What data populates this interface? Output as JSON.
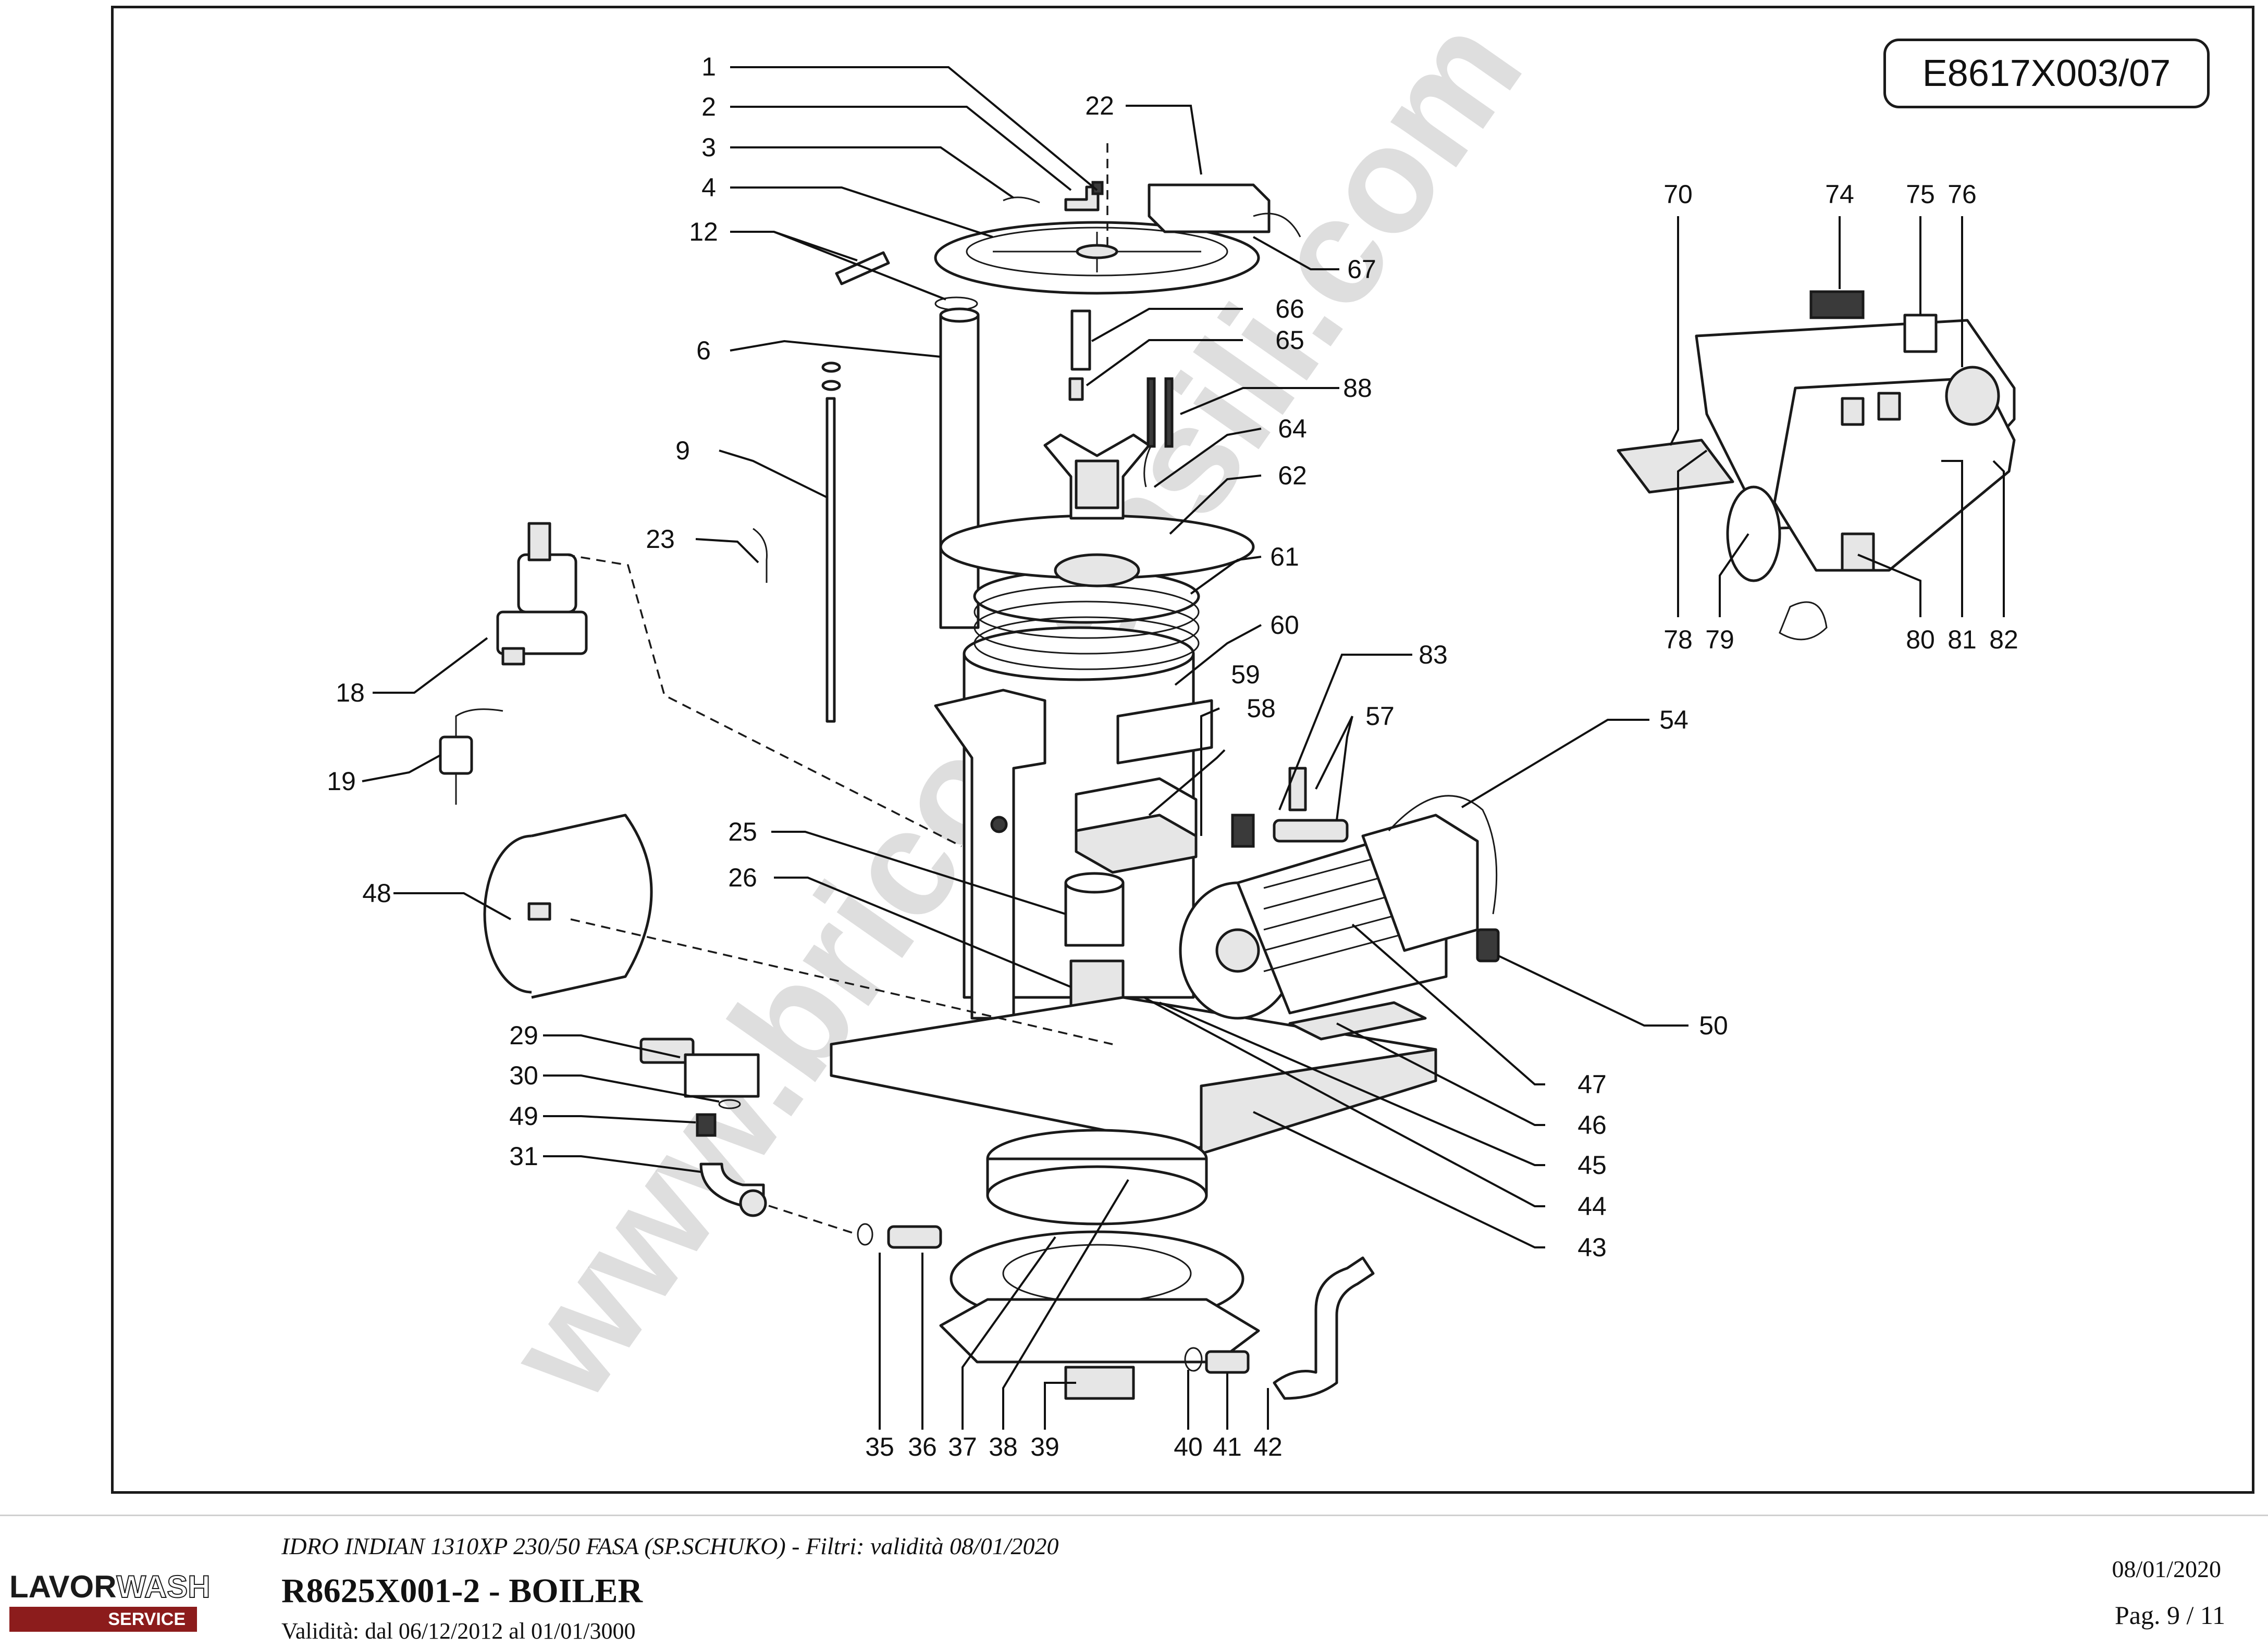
{
  "drawing_code": "E8617X003/07",
  "watermark": "www.bricoutensili.com",
  "callouts": [
    "1",
    "2",
    "3",
    "4",
    "12",
    "6",
    "9",
    "23",
    "18",
    "19",
    "48",
    "25",
    "26",
    "29",
    "30",
    "49",
    "31",
    "35",
    "36",
    "37",
    "38",
    "39",
    "40",
    "41",
    "42",
    "43",
    "44",
    "45",
    "46",
    "47",
    "50",
    "54",
    "57",
    "58",
    "59",
    "60",
    "83",
    "61",
    "62",
    "64",
    "88",
    "65",
    "66",
    "67",
    "22",
    "70",
    "74",
    "75",
    "76",
    "78",
    "79",
    "80",
    "81",
    "82"
  ],
  "footer": {
    "logo_part1": "LAVOR",
    "logo_part2": "WASH",
    "logo_service": "SERVICE",
    "model_line": "IDRO INDIAN 1310XP 230/50 FASA (SP.SCHUKO) - Filtri: validità 08/01/2020",
    "doc_title": "R8625X001-2 - BOILER",
    "validity": "Validità: dal 06/12/2012 al 01/01/3000",
    "date": "08/01/2020",
    "page": "Pag. 9 / 11"
  }
}
